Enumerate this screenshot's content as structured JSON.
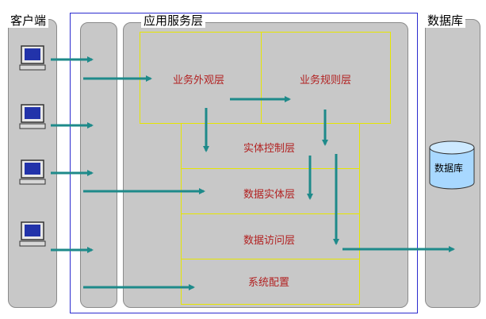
{
  "clients": {
    "title": "客户端",
    "computers": [
      "pc-1",
      "pc-2",
      "pc-3",
      "pc-4"
    ]
  },
  "server": {
    "title": "应用服务层",
    "layers": {
      "facade": "业务外观层",
      "rules": "业务规则层",
      "entity_control": "实体控制层",
      "data_entity": "数据实体层",
      "data_access": "数据访问层",
      "config": "系统配置"
    }
  },
  "database": {
    "title": "数据库",
    "store_label": "数据库"
  },
  "colors": {
    "arrow": "#1e8a8a",
    "panel": "#c8c8c8",
    "layer_border": "#e6e600",
    "layer_text": "#b22222",
    "frame": "#2b2bcf"
  }
}
